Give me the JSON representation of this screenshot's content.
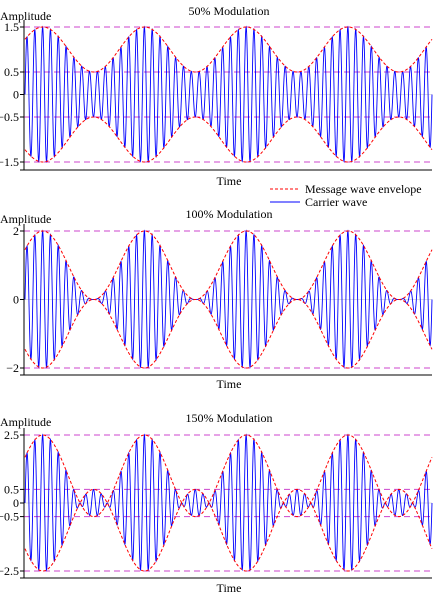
{
  "chart_data": [
    {
      "type": "line",
      "title": "50% Modulation",
      "ylabel": "Amplitude",
      "xlabel": "Time",
      "modulation_index": 0.5,
      "ylim": [
        -1.6,
        1.6
      ],
      "y_ticks": [
        1.5,
        0.5,
        0,
        -0.5,
        -1.5
      ],
      "reference_lines": [
        1.5,
        0.5,
        -0.5,
        -1.5
      ],
      "series": [
        {
          "name": "Message wave envelope",
          "color": "#ff0000",
          "dash": "dashed",
          "formula": "±(1 + m·sin(2π·4·t))",
          "envelope_cycles": 4,
          "values_range": [
            -1.5,
            1.5
          ]
        },
        {
          "name": "Carrier wave",
          "color": "#0000ff",
          "formula": "(1 + m·sin(2π·4·t))·sin(2π·52·t)",
          "carrier_cycles": 52,
          "values_range": [
            -1.5,
            1.5
          ]
        }
      ]
    },
    {
      "type": "line",
      "title": "100% Modulation",
      "ylabel": "Amplitude",
      "xlabel": "Time",
      "modulation_index": 1.0,
      "ylim": [
        -2.1,
        2.1
      ],
      "y_ticks": [
        2,
        0,
        -2
      ],
      "reference_lines": [
        2,
        -2
      ],
      "series": [
        {
          "name": "Message wave envelope",
          "color": "#ff0000",
          "dash": "dashed",
          "formula": "±(1 + m·sin(2π·4·t))",
          "envelope_cycles": 4,
          "values_range": [
            -2,
            2
          ]
        },
        {
          "name": "Carrier wave",
          "color": "#0000ff",
          "formula": "(1 + m·sin(2π·4·t))·sin(2π·52·t)",
          "carrier_cycles": 52,
          "values_range": [
            -2,
            2
          ]
        }
      ]
    },
    {
      "type": "line",
      "title": "150% Modulation",
      "ylabel": "Amplitude",
      "xlabel": "Time",
      "modulation_index": 1.5,
      "ylim": [
        -2.6,
        2.6
      ],
      "y_ticks": [
        2.5,
        0.5,
        0,
        -0.5,
        -2.5
      ],
      "reference_lines": [
        2.5,
        0.5,
        -0.5,
        -2.5
      ],
      "series": [
        {
          "name": "Message wave envelope",
          "color": "#ff0000",
          "dash": "dashed",
          "formula": "±(1 + m·sin(2π·4·t))",
          "envelope_cycles": 4,
          "values_range": [
            -2.5,
            2.5
          ]
        },
        {
          "name": "Carrier wave",
          "color": "#0000ff",
          "formula": "(1 + m·sin(2π·4·t))·sin(2π·52·t)",
          "carrier_cycles": 52,
          "values_range": [
            -2.5,
            2.5
          ]
        }
      ]
    }
  ],
  "legend": {
    "placement": "below-first-chart-right",
    "items": [
      {
        "label": "Message wave envelope",
        "color": "#ff0000",
        "dash": "dashed"
      },
      {
        "label": "Carrier wave",
        "color": "#0000ff",
        "dash": "solid"
      }
    ]
  },
  "colors": {
    "reference_line": "#cc44cc",
    "axis": "#000000"
  }
}
